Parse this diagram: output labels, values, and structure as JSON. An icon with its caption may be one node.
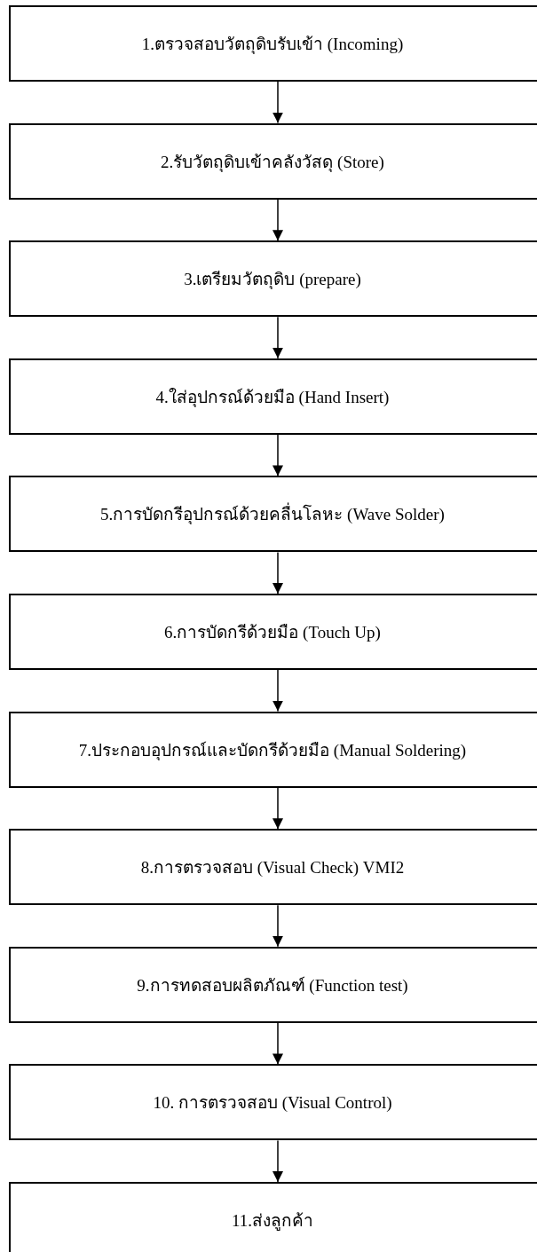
{
  "diagram": {
    "nodes": [
      {
        "text": [
          "1.ตรวจสอบวัตถุดิบรับเข้า (Incoming)"
        ]
      },
      {
        "text": [
          "2.รับวัตถุดิบเข้าคลังวัสดุ (Store)"
        ]
      },
      {
        "text": [
          "3.เตรียมวัตถุดิบ (prepare)"
        ]
      },
      {
        "text": [
          "4.ใส่อุปกรณ์ด้วยมือ (Hand Insert)"
        ]
      },
      {
        "text": [
          "5.การบัดกรีอุปกรณ์ด้วยคลื่นโลหะ (Wave Solder)"
        ]
      },
      {
        "text": [
          "6.การบัดกรีด้วยมือ (Touch Up)"
        ]
      },
      {
        "text": [
          "7.ประกอบอุปกรณ์และบัดกรีด้วยมือ (Manual Soldering)"
        ]
      },
      {
        "text": [
          "8.การตรวจสอบ (Visual Check) VMI2"
        ]
      },
      {
        "text": [
          "9.การทดสอบผลิตภัณฑ์ (Function test)"
        ]
      },
      {
        "text": [
          "10. การตรวจสอบ (Visual Control)"
        ]
      },
      {
        "text": [
          "11.ส่งลูกค้า"
        ]
      }
    ],
    "edges": [
      {
        "from": 0,
        "to": 1,
        "arrow": "to"
      },
      {
        "from": 1,
        "to": 2,
        "arrow": "to"
      },
      {
        "from": 2,
        "to": 3,
        "arrow": "to"
      },
      {
        "from": 3,
        "to": 4,
        "arrow": "to"
      },
      {
        "from": 4,
        "to": 5,
        "arrow": "to"
      },
      {
        "from": 5,
        "to": 6,
        "arrow": "to"
      },
      {
        "from": 6,
        "to": 7,
        "arrow": "to"
      },
      {
        "from": 7,
        "to": 8,
        "arrow": "to"
      },
      {
        "from": 8,
        "to": 9,
        "arrow": "to"
      },
      {
        "from": 9,
        "to": 10,
        "arrow": "to"
      }
    ]
  }
}
